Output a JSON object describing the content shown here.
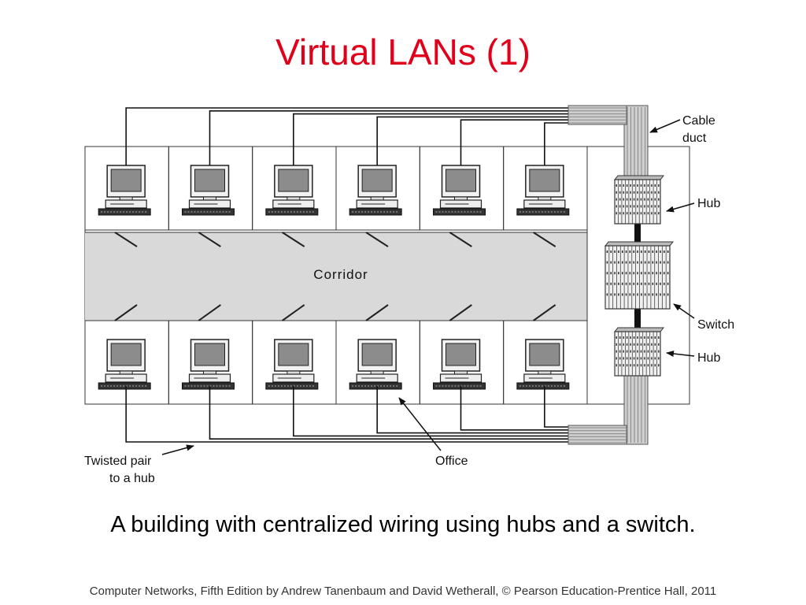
{
  "slide": {
    "title": "Virtual LANs (1)",
    "caption": "A building with centralized wiring using hubs and a switch.",
    "footer": "Computer Networks, Fifth Edition by Andrew Tanenbaum and David Wetherall, © Pearson Education-Prentice Hall, 2011"
  },
  "diagram": {
    "corridor_label": "Corridor",
    "callouts": {
      "cable_duct": [
        "Cable",
        "duct"
      ],
      "hub_top": "Hub",
      "switch": "Switch",
      "hub_bottom": "Hub",
      "twisted_pair": [
        "Twisted pair",
        "to a hub"
      ],
      "office": "Office"
    },
    "offices_per_row": 6,
    "rows": [
      "top",
      "bottom"
    ],
    "colors": {
      "title": "#e0001b",
      "corridor": "#d9d9d9",
      "screen": "#8c8c8c"
    }
  }
}
